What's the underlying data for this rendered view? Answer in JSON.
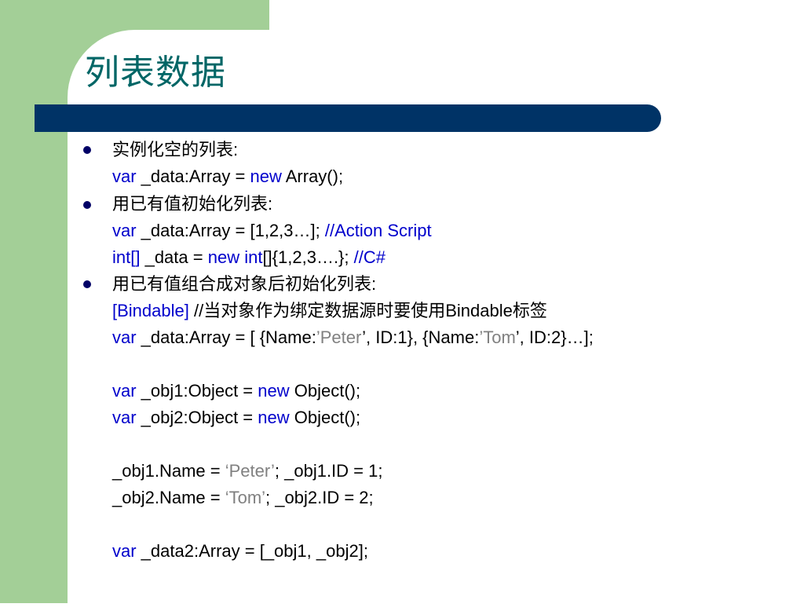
{
  "slide": {
    "title": "列表数据",
    "colors": {
      "title": "#006666",
      "bar": "#003366",
      "accent": "#a3cf97",
      "keyword": "#0000cc",
      "string": "#808080"
    }
  },
  "content": {
    "s1": "实例化空的列表:",
    "s1_code": {
      "var": "var",
      "a": " _data:Array = ",
      "new": "new",
      "b": " Array();"
    },
    "s2": "用已有值初始化列表:",
    "s2_code1": {
      "var": "var",
      "a": " _data:Array = [1,2,3…]; ",
      "comment": "//Action Script"
    },
    "s2_code2": {
      "int": "int[]",
      "a": " _data = ",
      "new_int": "new int",
      "b": "[]{1,2,3….}; ",
      "comment": "//C#"
    },
    "s3": "用已有值组合成对象后初始化列表:",
    "s3_meta": {
      "tag": "[Bindable]",
      "comment": "  //当对象作为绑定数据源时要使用",
      "b": "Bindable",
      "c": "标签"
    },
    "s3_code1": {
      "var": "var",
      "a": " _data:Array = [ {Name:",
      "q1": "’Peter",
      "b": "’, ID:1}, {Name:",
      "q2": "’Tom",
      "c": "’, ID:2}…];"
    },
    "obj1": {
      "var": "var",
      "a": " _obj1:Object = ",
      "new": "new",
      "b": " Object();"
    },
    "obj2": {
      "var": "var",
      "a": " _obj2:Object = ",
      "new": "new",
      "b": " Object();"
    },
    "assign1": {
      "a": "_obj1.Name = ",
      "q": "‘Peter’",
      "b": "; _obj1.ID = 1;"
    },
    "assign2": {
      "a": "_obj2.Name = ",
      "q": "‘Tom’",
      "b": "; _obj2.ID = 2;"
    },
    "data2": {
      "var": "var",
      "a": " _data2:Array = [_obj1, _obj2];"
    }
  }
}
